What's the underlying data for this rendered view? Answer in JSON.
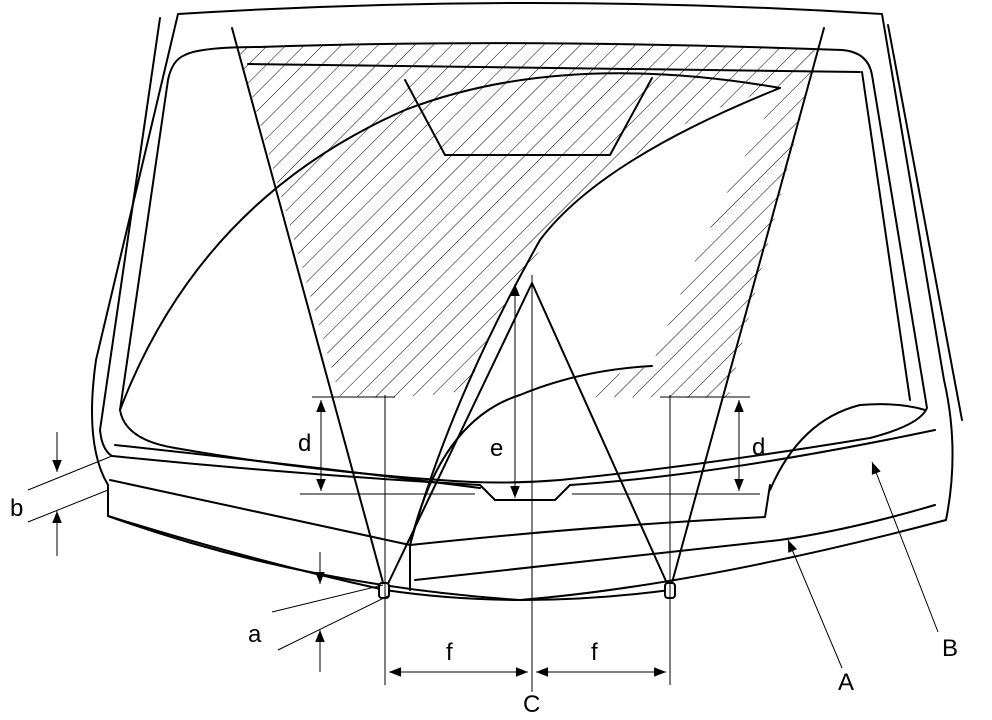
{
  "labels": {
    "a": "a",
    "b": "b",
    "d_left": "d",
    "d_right": "d",
    "e": "e",
    "f_left": "f",
    "f_right": "f",
    "C": "C",
    "A": "A",
    "B": "B"
  }
}
